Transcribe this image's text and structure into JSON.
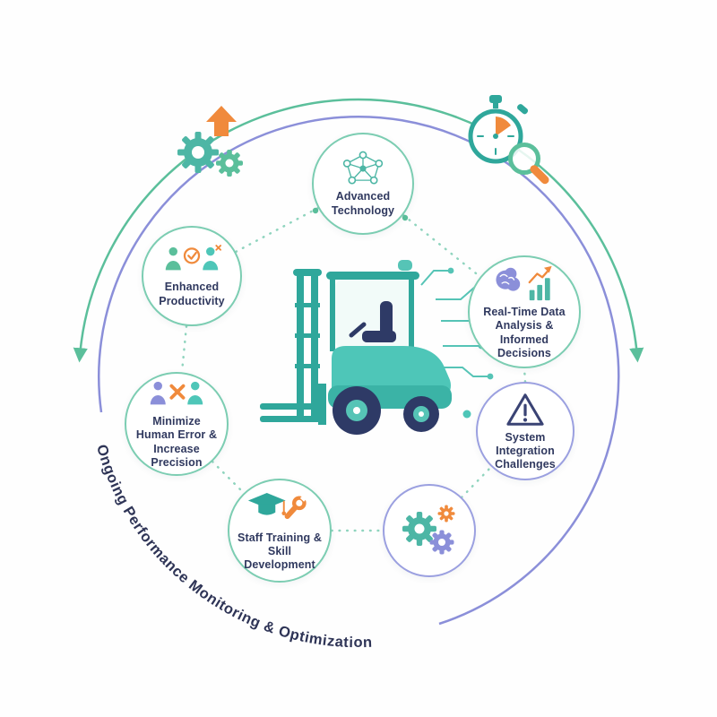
{
  "diagram": {
    "outer_text": "Ongoing Performance Monitoring & Optimization",
    "center_illustration": "automated-forklift",
    "nodes": [
      {
        "id": "advanced-technology",
        "label": "Advanced Technology",
        "icon": "network-icon",
        "ring": "green"
      },
      {
        "id": "enhanced-productivity",
        "label": "Enhanced Productivity",
        "icon": "people-check-icon",
        "ring": "green"
      },
      {
        "id": "realtime-data",
        "label": "Real-Time Data Analysis & Informed Decisions",
        "icon": "brain-chart-icon",
        "ring": "green"
      },
      {
        "id": "minimize-error",
        "label": "Minimize Human Error & Increase Precision",
        "icon": "people-error-icon",
        "ring": "green"
      },
      {
        "id": "system-integration",
        "label": "System Integration Challenges",
        "icon": "warning-triangle-icon",
        "ring": "purple"
      },
      {
        "id": "staff-training",
        "label": "Staff Training & Skill Development",
        "icon": "training-tools-icon",
        "ring": "green"
      },
      {
        "id": "automation-gears",
        "label": "",
        "icon": "gears-icon",
        "ring": "purple"
      }
    ],
    "decorations": {
      "top_left": "gears-growth-icon",
      "top_right": "stopwatch-magnifier-icon"
    },
    "colors": {
      "teal": "#4EC6B8",
      "dark_teal": "#2FA79B",
      "green": "#5BBF9B",
      "purple": "#8B8FD9",
      "orange": "#F08A3C",
      "navy": "#2E3A66",
      "text": "#30395F"
    }
  }
}
